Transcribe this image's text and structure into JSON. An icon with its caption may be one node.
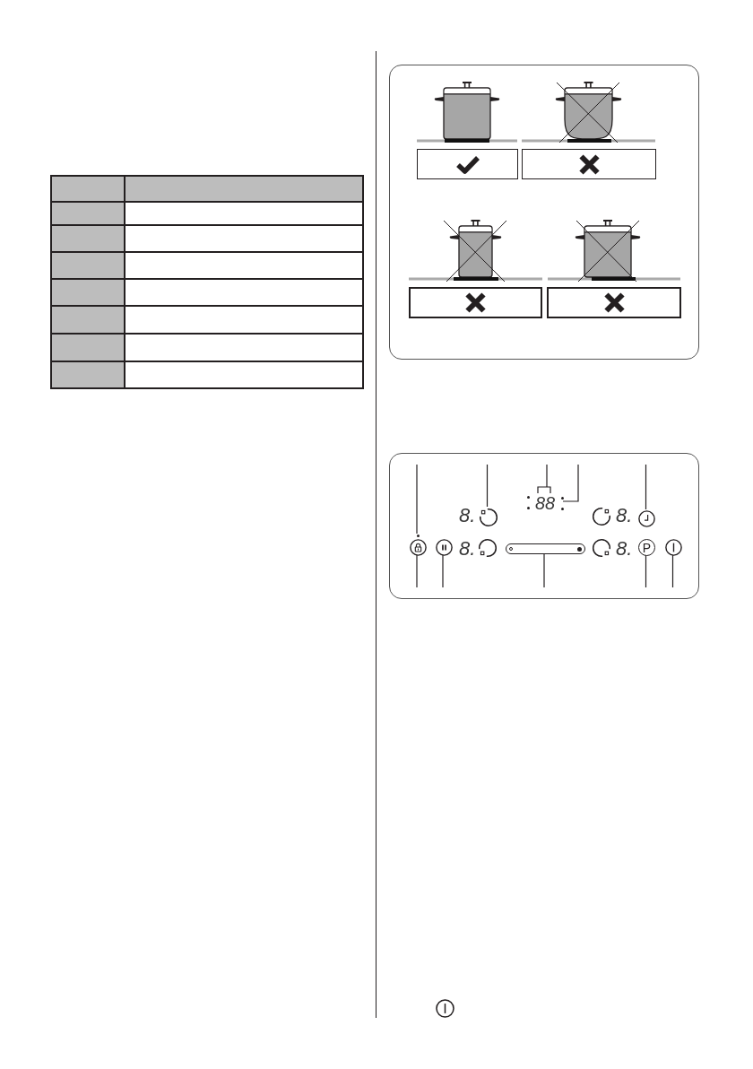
{
  "diagram": {
    "nodes": [
      {
        "text": [],
        "shape": "box"
      },
      {
        "text": [],
        "shape": "ring",
        "in": 0
      },
      {
        "text": [
          "88"
        ],
        "in": 0
      },
      {
        "text": [],
        "shape": "dot",
        "in": 0
      },
      {
        "text": [],
        "shape": "circle",
        "in": 0
      },
      {
        "text": [],
        "shape": "dot",
        "in": 0
      },
      {
        "text": [],
        "shape": "circle",
        "in": 0
      },
      {
        "text": [],
        "shape": "circle",
        "in": 0
      },
      {
        "text": [],
        "shape": "bar",
        "in": 0
      },
      {
        "text": [
          "P"
        ],
        "in": 0
      },
      {
        "text": [],
        "shape": "circle",
        "in": 0
      }
    ],
    "edges": [
      {
        "from": null,
        "to": 5,
        "arrow": "none"
      },
      {
        "from": null,
        "to": 1,
        "arrow": "none"
      },
      {
        "from": null,
        "to": 2,
        "arrow": "none"
      },
      {
        "from": null,
        "to": 3,
        "arrow": "none"
      },
      {
        "from": null,
        "to": 4,
        "arrow": "none"
      },
      {
        "from": null,
        "to": 6,
        "arrow": "none"
      },
      {
        "from": null,
        "to": 7,
        "arrow": "none"
      },
      {
        "from": null,
        "to": 8,
        "arrow": "none"
      },
      {
        "from": null,
        "to": 9,
        "arrow": "none"
      },
      {
        "from": null,
        "to": 10,
        "arrow": "none"
      }
    ],
    "labels": [
      "8.",
      "8.",
      "8.",
      "8."
    ]
  }
}
